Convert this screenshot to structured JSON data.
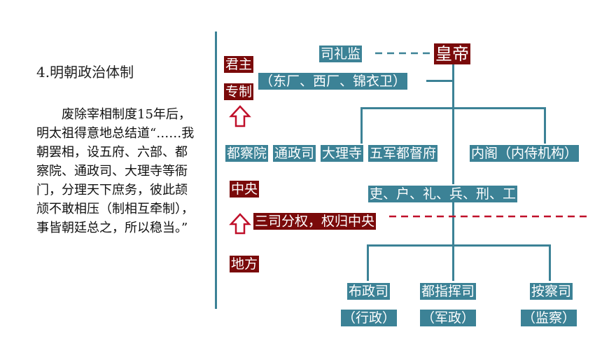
{
  "left": {
    "title": "4.明朝政治体制",
    "paragraph": "废除宰相制度15年后，明太祖得意地总结道“……我朝罢相，设五府、六部、都察院、通政司、大理寺等衙门，分理天下庶务，彼此颉颃不敢相压（制相互牵制），事皆朝廷总之，所以稳当。”"
  },
  "labels": {
    "junzhu": "君主",
    "zhuanzhi": "专制",
    "zhongyang": "中央",
    "difang": "地方"
  },
  "nodes": {
    "emperor": "皇帝",
    "silijian": "司礼监",
    "changwei": "（东厂、西厂、锦衣卫）",
    "duchayuan": "都察院",
    "tongzhengsi": "通政司",
    "dalisi": "大理寺",
    "wujun": "五军都督府",
    "neige": "内阁（内侍机构）",
    "liubu": "吏、户、礼、兵、刑、工",
    "sansi_note": "三司分权，权归中央",
    "buzhengsi": "布政司",
    "duzhihuisi": "都指挥司",
    "anchasi": "按察司",
    "xingzheng": "（行政）",
    "junzheng": "（军政）",
    "jiancha": "（监察）"
  },
  "colors": {
    "teal": "#3c8296",
    "dark_red": "#7a0a0a",
    "bright_red": "#c0102a"
  }
}
